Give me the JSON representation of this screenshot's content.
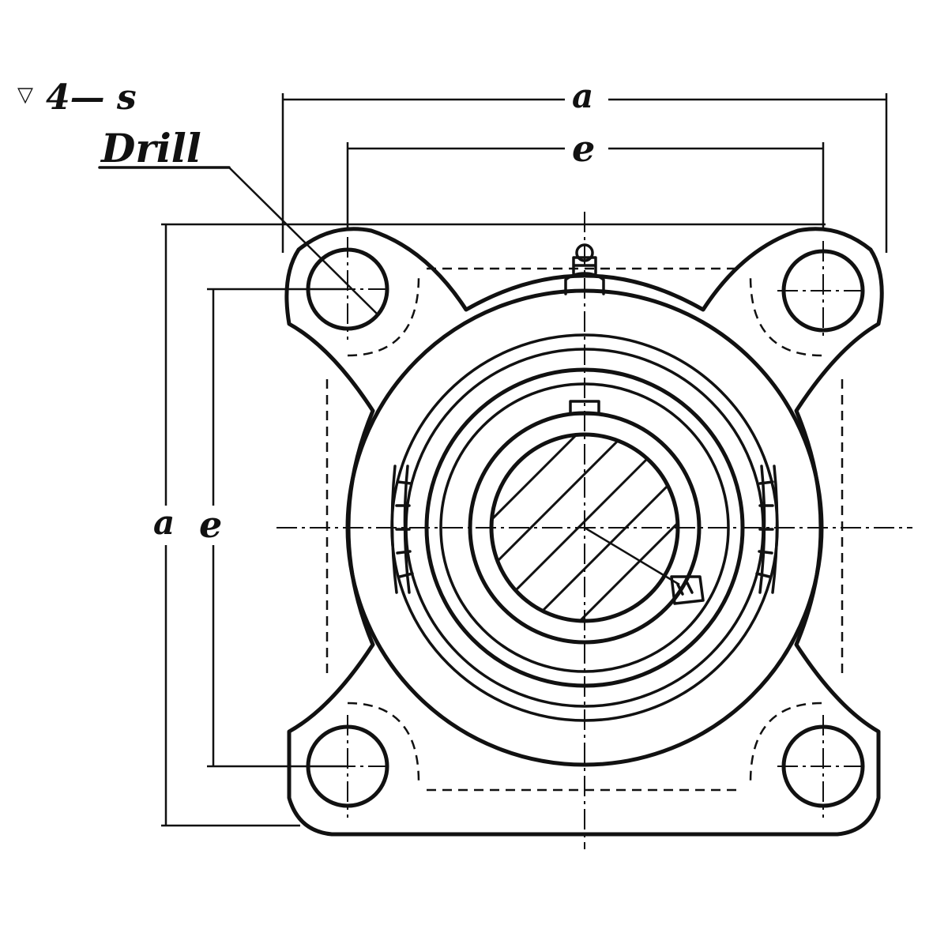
{
  "labels": {
    "hole_spec_symbol": "▽",
    "hole_spec": "4— s",
    "drill": "Drill",
    "dim_a_top": "a",
    "dim_e_top": "e",
    "dim_a_left": "a",
    "dim_e_left": "e"
  },
  "colors": {
    "line": "#111111",
    "background": "#ffffff"
  }
}
